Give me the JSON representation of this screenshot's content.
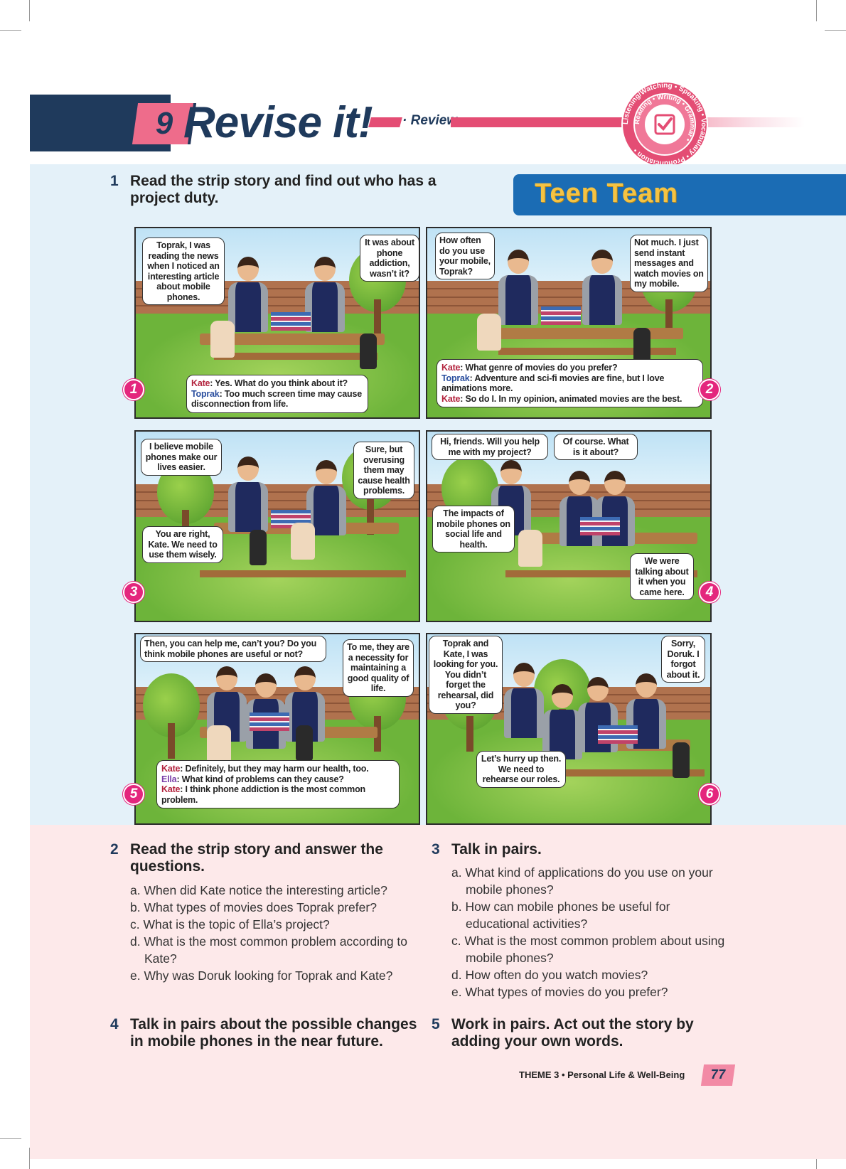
{
  "header": {
    "unit_number": "9",
    "title": "Revise it!",
    "subtitle": "· Review"
  },
  "skills_badge": {
    "outer": "Listening/Watching • Speaking • Vocabulary • Pronunciation •",
    "middle": "Reading • Writing • Grammar •"
  },
  "teen_team": "Teen Team",
  "exercise1": {
    "number": "1",
    "line1": "Read the strip story and find out who has a",
    "line2": "project duty."
  },
  "panels": [
    {
      "number": "1",
      "bubbles": [
        "Toprak, I was reading the news when I noticed an interesting article about mobile phones.",
        "It was about phone addiction, wasn’t it?"
      ],
      "dialogue": [
        {
          "speaker": "Kate",
          "text": ": Yes. What do you think about it?"
        },
        {
          "speaker": "Toprak",
          "text": ": Too much screen time may cause disconnection from life."
        }
      ]
    },
    {
      "number": "2",
      "bubbles": [
        "How often do you use your mobile, Toprak?",
        "Not much. I just send instant messages and watch movies on my mobile."
      ],
      "dialogue": [
        {
          "speaker": "Kate",
          "text": ": What genre of movies do you prefer?"
        },
        {
          "speaker": "Toprak",
          "text": ": Adventure and sci-fi movies are fine, but I love animations more."
        },
        {
          "speaker": "Kate",
          "text": ": So do I. In my opinion, animated movies are the best."
        }
      ]
    },
    {
      "number": "3",
      "bubbles": [
        "I believe mobile phones make our lives easier.",
        "Sure, but overusing them may cause health problems.",
        "You are right, Kate. We need to use them wisely."
      ]
    },
    {
      "number": "4",
      "bubbles": [
        "Hi, friends. Will you help me with my project?",
        "Of course. What is it about?",
        "The impacts of mobile phones on social life and health.",
        "We were talking about it when you came here."
      ]
    },
    {
      "number": "5",
      "bubbles": [
        "Then, you can help me, can’t you? Do you think mobile phones are useful or not?",
        "To me, they are a necessity for maintaining a good quality of life."
      ],
      "dialogue": [
        {
          "speaker": "Kate",
          "text": ": Definitely, but they may harm our health, too."
        },
        {
          "speaker": "Ella",
          "text": ": What kind of problems can they cause?"
        },
        {
          "speaker": "Kate",
          "text": ": I think phone addiction is the most common problem."
        }
      ]
    },
    {
      "number": "6",
      "bubbles": [
        "Toprak and Kate, I was looking for you. You didn’t forget the rehearsal, did you?",
        "Sorry, Doruk. I forgot about it.",
        "Let’s hurry up then. We need to rehearse our roles."
      ]
    }
  ],
  "exercise2": {
    "number": "2",
    "line1": "Read the strip story and answer the",
    "line2": "questions.",
    "questions": [
      "a. When did Kate notice the interesting article?",
      "b. What types of movies does Toprak prefer?",
      "c. What is the topic of Ella’s project?",
      "d. What is the most common problem according to Kate?",
      "e. Why was Doruk looking for Toprak and Kate?"
    ]
  },
  "exercise3": {
    "number": "3",
    "title": "Talk in pairs.",
    "questions": [
      "a. What kind of applications do you use on your mobile phones?",
      "b. How can mobile phones be useful for educational activities?",
      "c. What is the most common problem about using mobile phones?",
      "d. How often do you watch movies?",
      "e. What types of movies do you prefer?"
    ]
  },
  "exercise4": {
    "number": "4",
    "line1": "Talk in pairs about the possible changes",
    "line2": "in mobile phones in the near future."
  },
  "exercise5": {
    "number": "5",
    "line1": "Work in pairs. Act out the story by",
    "line2": "adding your own words."
  },
  "footer": {
    "theme": "THEME 3 • Personal Life & Well-Being",
    "page_number": "77"
  },
  "colors": {
    "navy": "#1f3a5c",
    "pink": "#e44d74",
    "blue_panel": "#e4f1f9",
    "pink_panel": "#fde9ea",
    "teen_team_bg": "#1b6cb4",
    "teen_team_text": "#f5c343",
    "panel_number": "#e4267d",
    "kate": "#b3243e",
    "toprak": "#2a4e9e",
    "ella": "#7a3ea8"
  }
}
